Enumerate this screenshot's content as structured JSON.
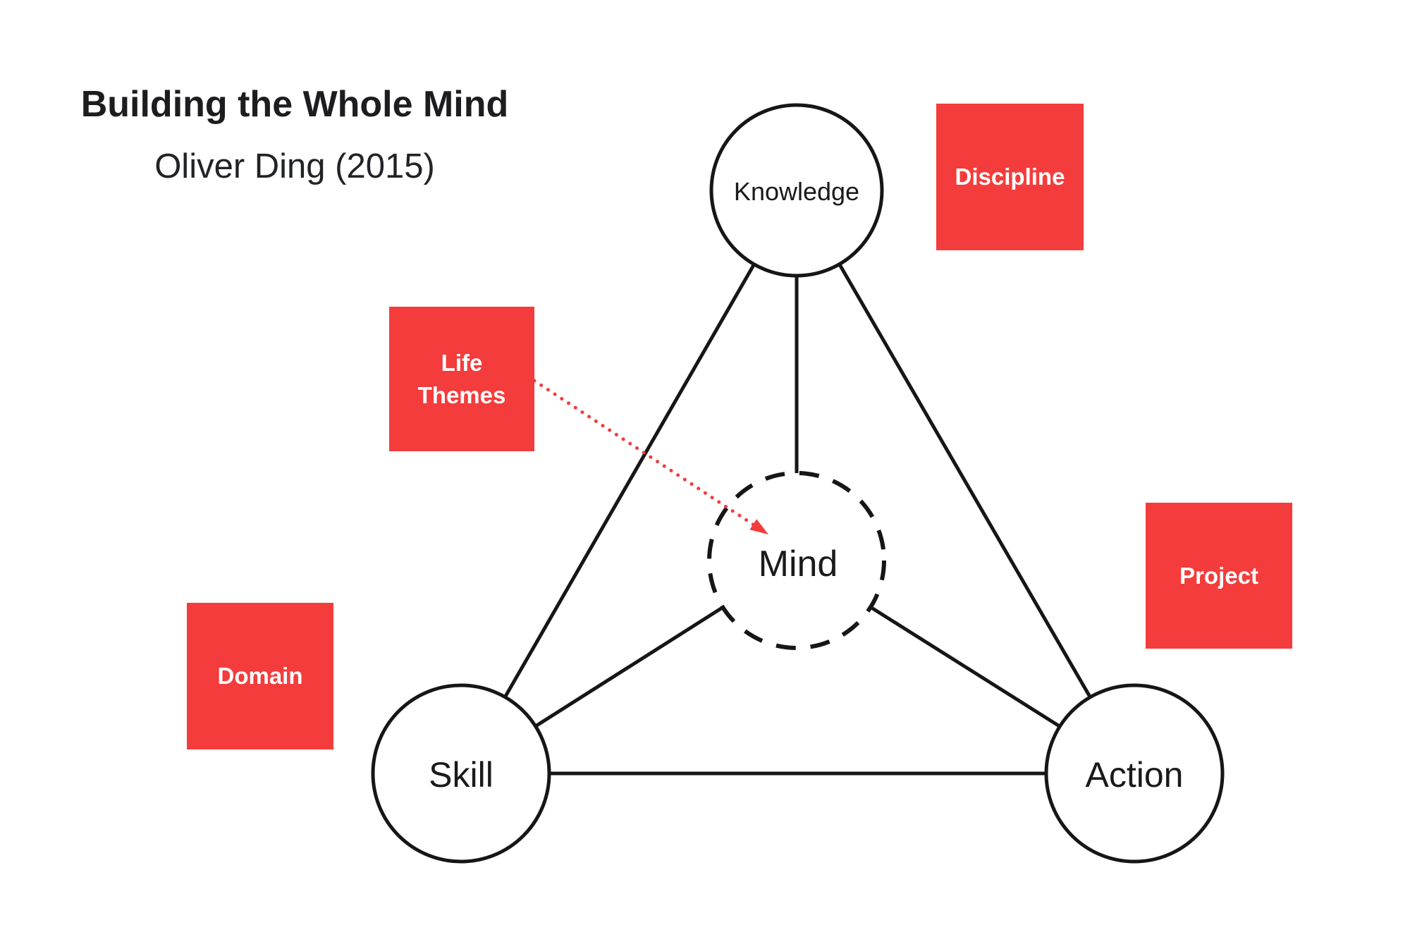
{
  "header": {
    "title": "Building the Whole Mind",
    "subtitle": "Oliver Ding (2015)"
  },
  "nodes": {
    "knowledge": {
      "label": "Knowledge",
      "shape": "circle-solid"
    },
    "skill": {
      "label": "Skill",
      "shape": "circle-solid"
    },
    "action": {
      "label": "Action",
      "shape": "circle-solid"
    },
    "mind": {
      "label": "Mind",
      "shape": "circle-dashed"
    }
  },
  "tags": {
    "discipline": {
      "label": "Discipline"
    },
    "life_themes": {
      "label": "Life Themes",
      "lines": [
        "Life",
        "Themes"
      ]
    },
    "project": {
      "label": "Project"
    },
    "domain": {
      "label": "Domain"
    }
  },
  "edges": [
    {
      "from": "knowledge",
      "to": "skill",
      "style": "solid"
    },
    {
      "from": "knowledge",
      "to": "action",
      "style": "solid"
    },
    {
      "from": "skill",
      "to": "action",
      "style": "solid"
    },
    {
      "from": "knowledge",
      "to": "mind",
      "style": "solid"
    },
    {
      "from": "mind",
      "to": "skill",
      "style": "solid"
    },
    {
      "from": "mind",
      "to": "action",
      "style": "solid"
    },
    {
      "from": "life_themes",
      "to": "mind",
      "style": "dotted-arrow"
    }
  ],
  "colors": {
    "tag-red": "#F43C3C",
    "line-black": "#161616",
    "background": "#FFFFFF"
  }
}
